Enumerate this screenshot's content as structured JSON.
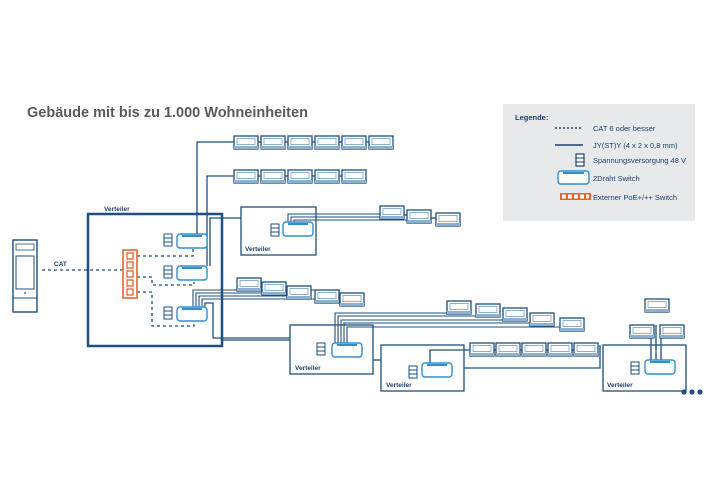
{
  "title": "Gebäude mit bis zu 1.000 Wohneinheiten",
  "legend": {
    "title": "Legende:",
    "items": [
      {
        "icon": "dotted-line-icon",
        "label": "CAT 6 oder besser"
      },
      {
        "icon": "solid-line-icon",
        "label": "JY(ST)Y (4 x 2 x 0,8 mm)"
      },
      {
        "icon": "power-supply-icon",
        "label": "Spannungsversorgung 48 V"
      },
      {
        "icon": "2wire-switch-icon",
        "label": "2Draht Switch"
      },
      {
        "icon": "poe-switch-icon",
        "label": "Externer PoE+/++ Switch"
      }
    ]
  },
  "colors": {
    "primary": "#1d4f80",
    "light": "#2f8fd0",
    "accent": "#e8642c"
  },
  "diagram": {
    "cat_label": "CAT",
    "main_distributor_label": "Verteiler",
    "sub_distributor_label": "Verteiler",
    "more_indicator": "..."
  }
}
